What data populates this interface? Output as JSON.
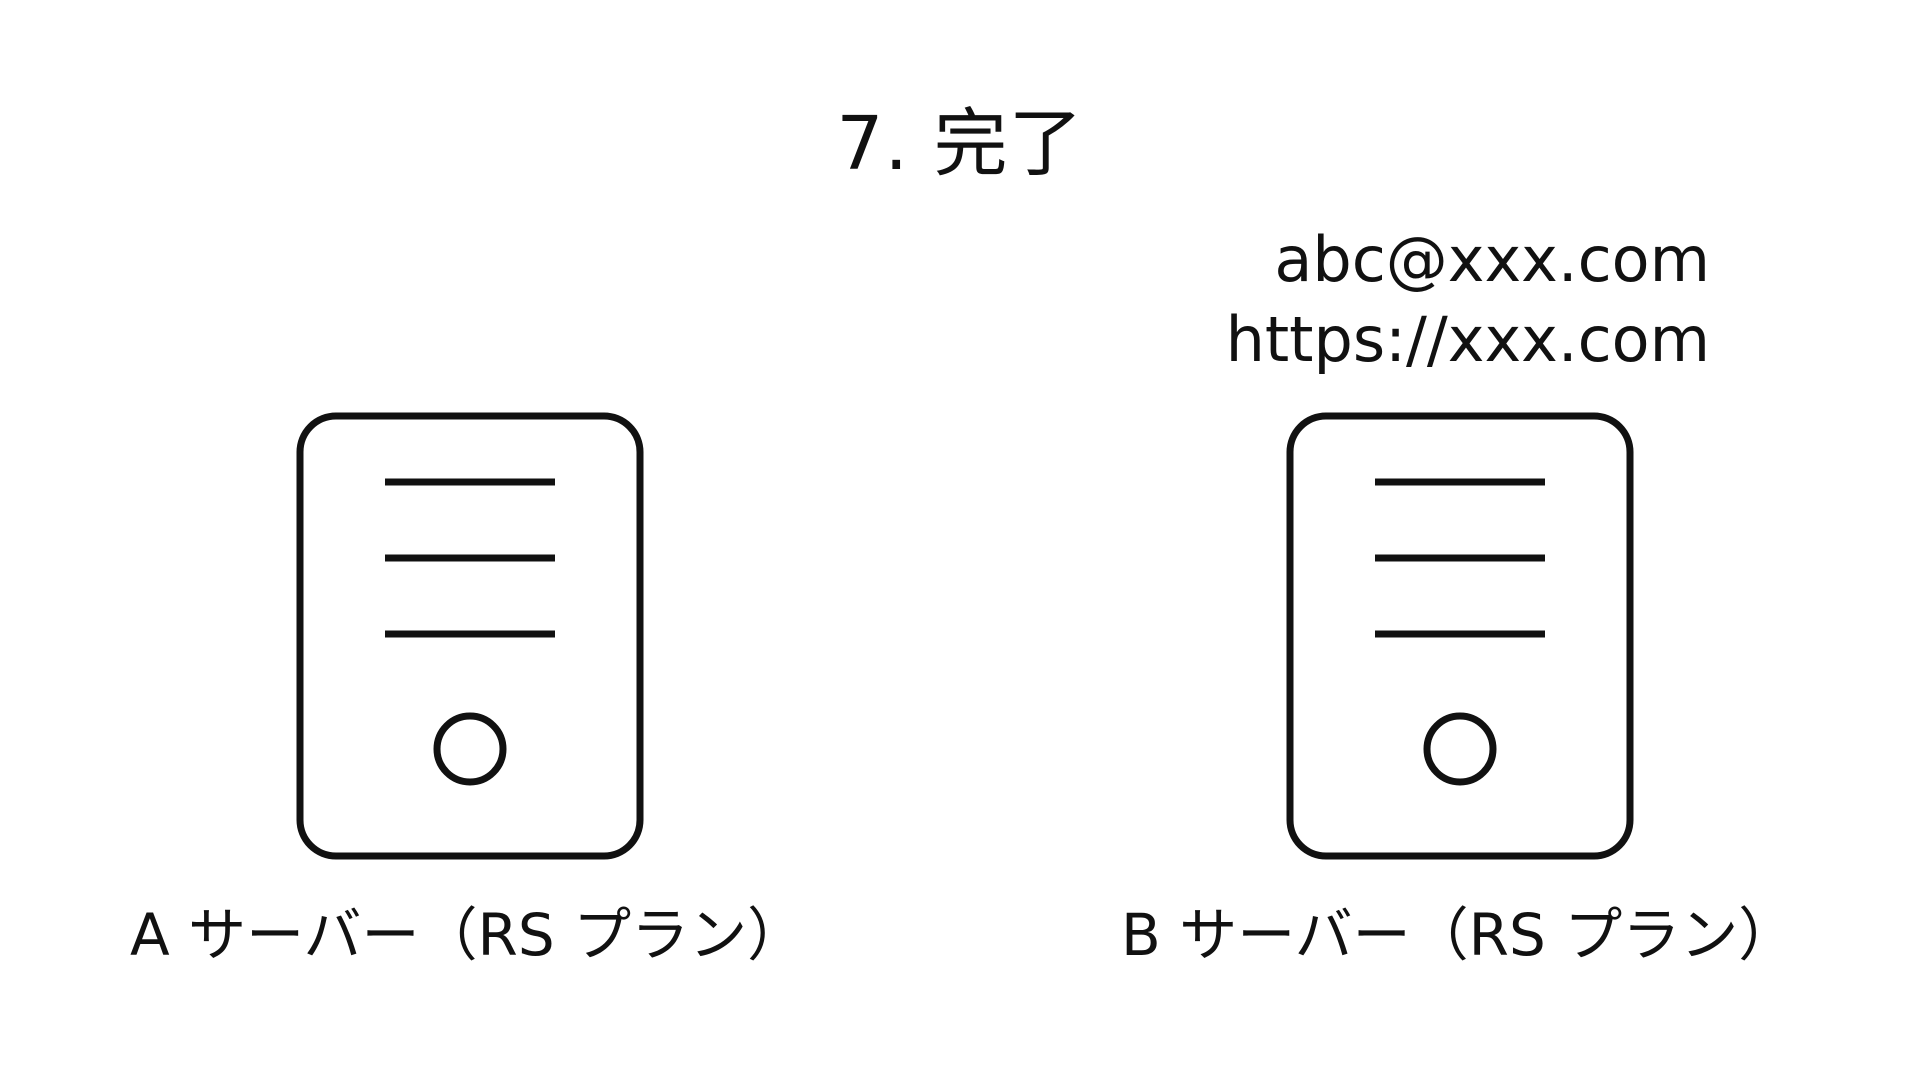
{
  "title": "7. 完了",
  "server_b_info": {
    "email": "abc@xxx.com",
    "url": "https://xxx.com"
  },
  "servers": [
    {
      "label": "A サーバー（RS プラン）"
    },
    {
      "label": "B サーバー（RS プラン）"
    }
  ],
  "icons": {
    "server": "server-icon"
  },
  "colors": {
    "background": "#ffffff",
    "stroke": "#111111",
    "text": "#111111"
  }
}
